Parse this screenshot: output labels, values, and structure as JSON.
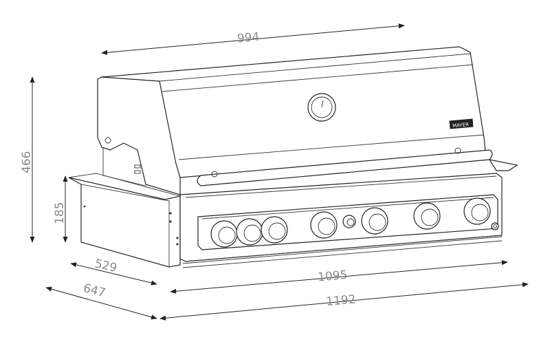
{
  "dimensions": {
    "top_width": "994",
    "total_height": "466",
    "base_height": "185",
    "side_depth": "529",
    "total_depth": "647",
    "front_width": "1095",
    "total_width": "1192"
  },
  "badge": {
    "text": "MAYER"
  },
  "colors": {
    "dimension_text": "#8a8a8a",
    "line": "#222222",
    "background": "#ffffff"
  }
}
